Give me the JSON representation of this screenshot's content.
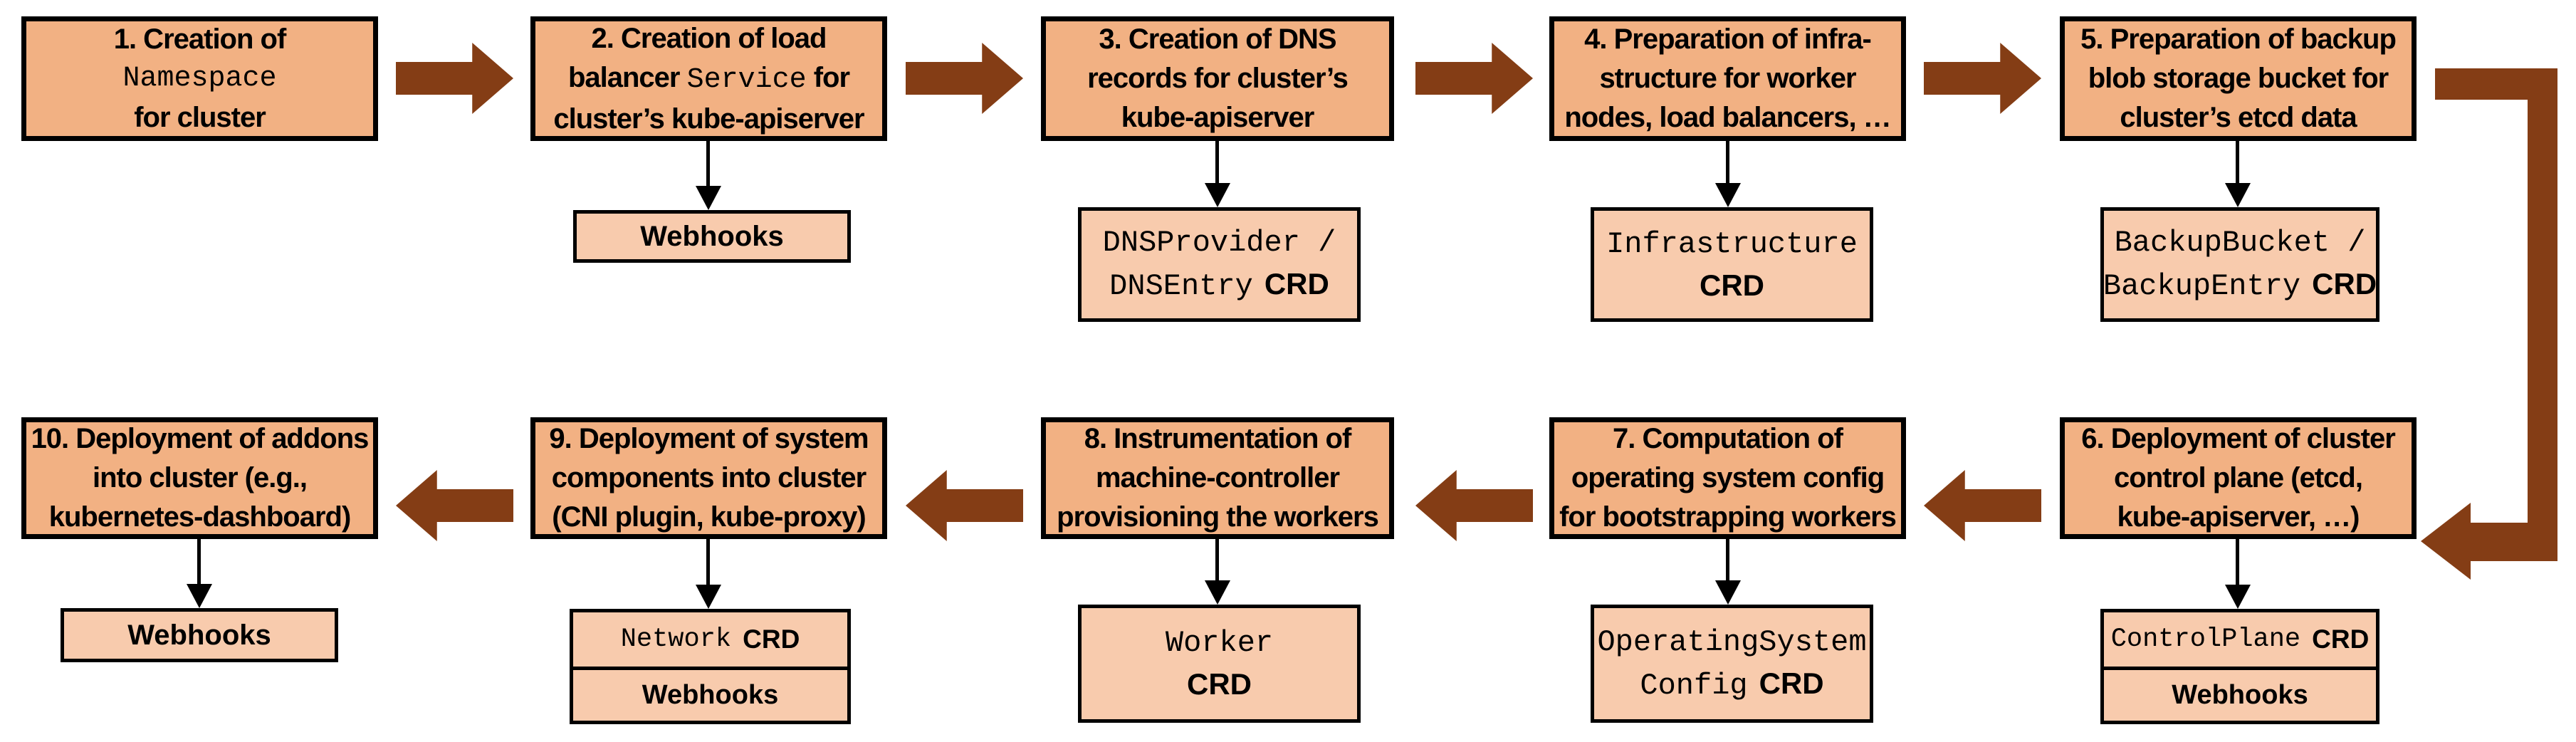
{
  "colors": {
    "step_fill": "#F2B183",
    "resource_fill": "#F8CBAD",
    "arrow_brown": "#843D15",
    "border": "#000000"
  },
  "steps": {
    "s1": {
      "l1": "1. Creation of",
      "l2": "Namespace",
      "l3": "for cluster"
    },
    "s2": {
      "l1": "2. Creation of load",
      "l2a": "balancer ",
      "l2b": "Service",
      "l2c": " for",
      "l3": "cluster’s kube-apiserver"
    },
    "s3": {
      "l1": "3. Creation of DNS",
      "l2": "records for cluster’s",
      "l3": "kube-apiserver"
    },
    "s4": {
      "l1": "4. Preparation of infra-",
      "l2": "structure for worker",
      "l3": "nodes, load balancers, …"
    },
    "s5": {
      "l1": "5. Preparation of backup",
      "l2": "blob storage bucket for",
      "l3": "cluster’s etcd data"
    },
    "s6": {
      "l1": "6. Deployment of cluster",
      "l2": "control plane (etcd,",
      "l3": "kube-apiserver, …)"
    },
    "s7": {
      "l1": "7. Computation of",
      "l2": "operating system config",
      "l3": "for bootstrapping workers"
    },
    "s8": {
      "l1": "8. Instrumentation of",
      "l2": "machine-controller",
      "l3": "provisioning the workers"
    },
    "s9": {
      "l1": "9. Deployment of system",
      "l2": "components into cluster",
      "l3": "(CNI plugin, kube-proxy)"
    },
    "s10": {
      "l1": "10. Deployment of addons",
      "l2": "into cluster (e.g.,",
      "l3": "kubernetes-dashboard)"
    }
  },
  "resources": {
    "webhooks_step2": "Webhooks",
    "dns_l1": "DNSProvider /",
    "dns_l2_mono": "DNSEntry",
    "dns_l2_crd": "CRD",
    "infra_l1": "Infrastructure",
    "infra_l2_crd": "CRD",
    "backup_l1": "BackupBucket /",
    "backup_l2_mono": "BackupEntry",
    "backup_l2_crd": "CRD",
    "webhooks_step10": "Webhooks",
    "network_mono": "Network",
    "network_crd": "CRD",
    "network_webhooks": "Webhooks",
    "worker_l1": "Worker",
    "worker_l2_crd": "CRD",
    "osc_l1": "OperatingSystem",
    "osc_l2_mono": "Config",
    "osc_l2_crd": "CRD",
    "cp_mono": "ControlPlane",
    "cp_crd": "CRD",
    "cp_webhooks": "Webhooks"
  }
}
